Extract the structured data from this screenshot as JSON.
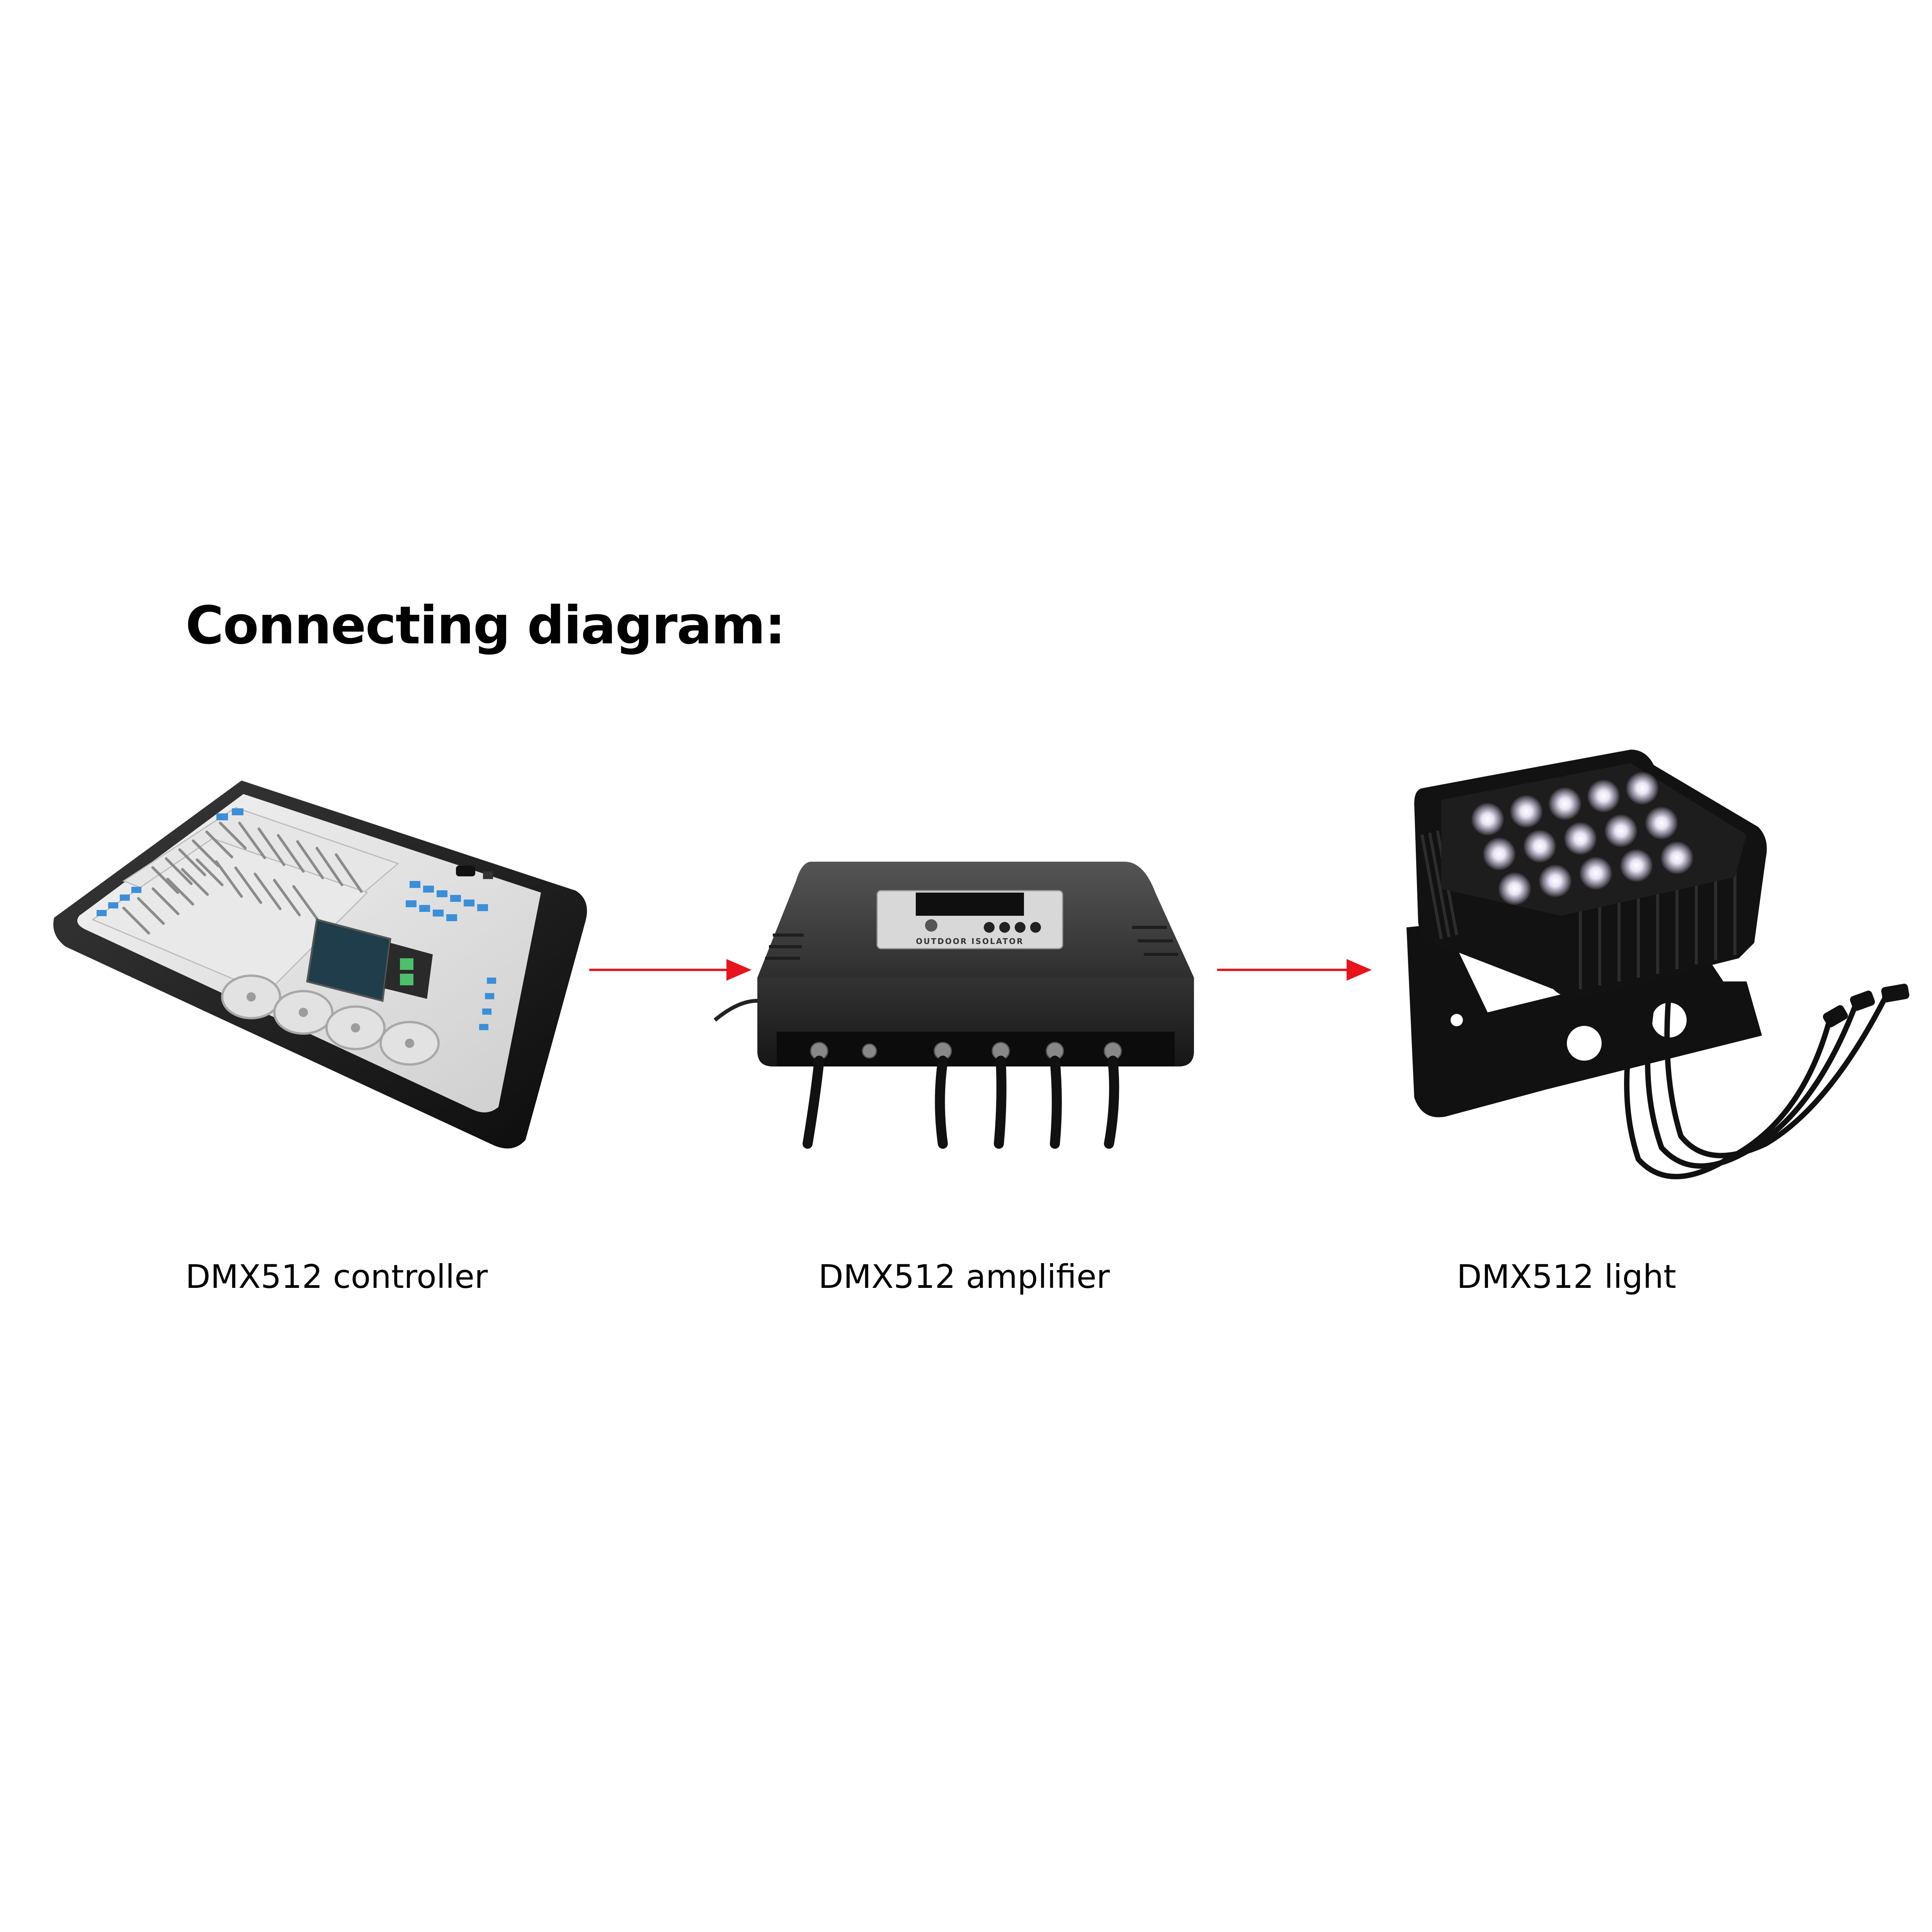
{
  "title": "Connecting diagram:",
  "nodes": [
    {
      "id": "controller",
      "label": "DMX512 controller",
      "icon": "lighting-console-icon"
    },
    {
      "id": "amplifier",
      "label": "DMX512 amplifier",
      "icon": "dmx-isolator-box-icon",
      "device_text": "OUTDOOR ISOLATOR"
    },
    {
      "id": "light",
      "label": "DMX512 light",
      "icon": "led-flood-light-icon"
    }
  ],
  "edges": [
    {
      "from": "controller",
      "to": "amplifier"
    },
    {
      "from": "amplifier",
      "to": "light"
    }
  ],
  "colors": {
    "arrow": "#e8141c",
    "text": "#000000",
    "background": "#ffffff"
  }
}
